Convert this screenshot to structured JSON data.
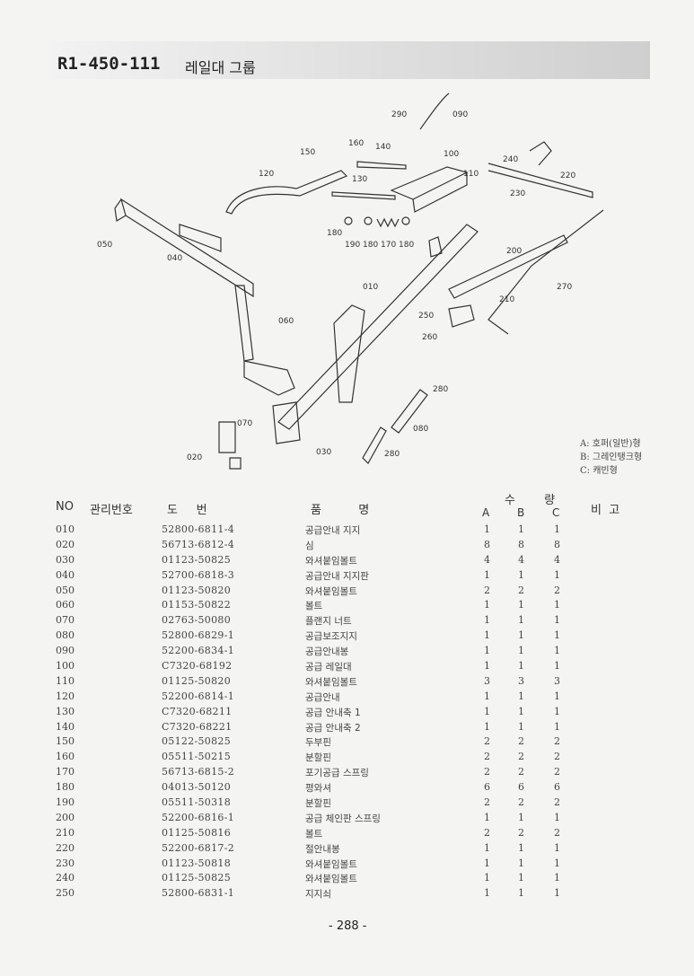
{
  "header": {
    "code": "R1-450-111",
    "title": "레일대 그룹"
  },
  "diagram": {
    "labels": [
      "290",
      "090",
      "160",
      "140",
      "150",
      "100",
      "110",
      "240",
      "220",
      "230",
      "120",
      "130",
      "180",
      "190",
      "180",
      "170",
      "180",
      "050",
      "040",
      "200",
      "010",
      "210",
      "270",
      "250",
      "260",
      "060",
      "280",
      "070",
      "080",
      "020",
      "030",
      "280"
    ]
  },
  "legend": [
    "A: 호퍼(일반)형",
    "B: 그레인탱크형",
    "C: 캐빈형"
  ],
  "table": {
    "headers": {
      "no": "NO",
      "mgmt": "관리번호",
      "drawing": "도     번",
      "name": "품          명",
      "qty": "수 량",
      "note": "비  고"
    },
    "qty_cols": [
      "A",
      "B",
      "C"
    ],
    "rows": [
      {
        "no": "010",
        "part": "52800-6811-4",
        "name": "공급안내 지지",
        "a": "1",
        "b": "1",
        "c": "1"
      },
      {
        "no": "020",
        "part": "56713-6812-4",
        "name": "심",
        "a": "8",
        "b": "8",
        "c": "8"
      },
      {
        "no": "030",
        "part": "01123-50825",
        "name": "와셔붙임볼트",
        "a": "4",
        "b": "4",
        "c": "4"
      },
      {
        "no": "040",
        "part": "52700-6818-3",
        "name": "공급안내 지지판",
        "a": "1",
        "b": "1",
        "c": "1"
      },
      {
        "no": "050",
        "part": "01123-50820",
        "name": "와셔붙임볼트",
        "a": "2",
        "b": "2",
        "c": "2"
      },
      {
        "no": "060",
        "part": "01153-50822",
        "name": "볼트",
        "a": "1",
        "b": "1",
        "c": "1"
      },
      {
        "no": "070",
        "part": "02763-50080",
        "name": "플랜지 너트",
        "a": "1",
        "b": "1",
        "c": "1"
      },
      {
        "no": "080",
        "part": "52800-6829-1",
        "name": "공급보조지지",
        "a": "1",
        "b": "1",
        "c": "1"
      },
      {
        "no": "090",
        "part": "52200-6834-1",
        "name": "공급안내봉",
        "a": "1",
        "b": "1",
        "c": "1"
      },
      {
        "no": "100",
        "part": "C7320-68192",
        "name": "공급 레일대",
        "a": "1",
        "b": "1",
        "c": "1"
      },
      {
        "no": "110",
        "part": "01125-50820",
        "name": "와셔붙임볼트",
        "a": "3",
        "b": "3",
        "c": "3"
      },
      {
        "no": "120",
        "part": "52200-6814-1",
        "name": "공급안내",
        "a": "1",
        "b": "1",
        "c": "1"
      },
      {
        "no": "130",
        "part": "C7320-68211",
        "name": "공급 안내축 1",
        "a": "1",
        "b": "1",
        "c": "1"
      },
      {
        "no": "140",
        "part": "C7320-68221",
        "name": "공급 안내축 2",
        "a": "1",
        "b": "1",
        "c": "1"
      },
      {
        "no": "150",
        "part": "05122-50825",
        "name": "두부핀",
        "a": "2",
        "b": "2",
        "c": "2"
      },
      {
        "no": "160",
        "part": "05511-50215",
        "name": "분할핀",
        "a": "2",
        "b": "2",
        "c": "2"
      },
      {
        "no": "170",
        "part": "56713-6815-2",
        "name": "포기공급 스프링",
        "a": "2",
        "b": "2",
        "c": "2"
      },
      {
        "no": "180",
        "part": "04013-50120",
        "name": "평와셔",
        "a": "6",
        "b": "6",
        "c": "6"
      },
      {
        "no": "190",
        "part": "05511-50318",
        "name": "분할핀",
        "a": "2",
        "b": "2",
        "c": "2"
      },
      {
        "no": "200",
        "part": "52200-6816-1",
        "name": "공급 체인판 스프링",
        "a": "1",
        "b": "1",
        "c": "1"
      },
      {
        "no": "210",
        "part": "01125-50816",
        "name": "볼트",
        "a": "2",
        "b": "2",
        "c": "2"
      },
      {
        "no": "220",
        "part": "52200-6817-2",
        "name": "절안내봉",
        "a": "1",
        "b": "1",
        "c": "1"
      },
      {
        "no": "230",
        "part": "01123-50818",
        "name": "와셔붙임볼트",
        "a": "1",
        "b": "1",
        "c": "1"
      },
      {
        "no": "240",
        "part": "01125-50825",
        "name": "와셔붙임볼트",
        "a": "1",
        "b": "1",
        "c": "1"
      },
      {
        "no": "250",
        "part": "52800-6831-1",
        "name": "지지쇠",
        "a": "1",
        "b": "1",
        "c": "1"
      }
    ]
  },
  "page_number": "- 288 -"
}
